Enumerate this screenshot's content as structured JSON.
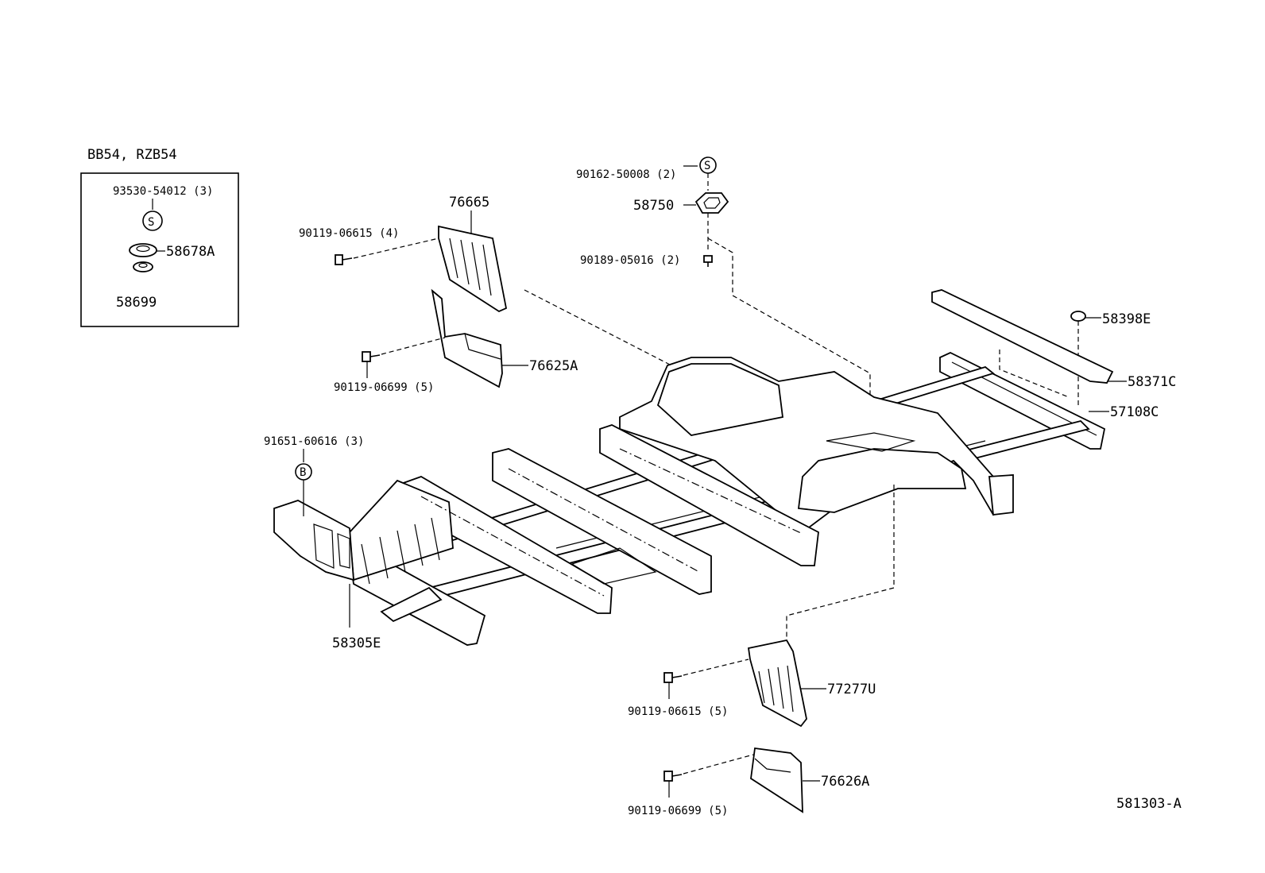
{
  "inset": {
    "title": "BB54, RZB54",
    "bolt_label": "93530-54012 (3)",
    "symbol": "S",
    "part_a": "58678A",
    "part_b": "58699"
  },
  "labels": {
    "p90162": "90162-50008 (2)",
    "symbol_s_top": "S",
    "p58750": "58750",
    "p90189": "90189-05016 (2)",
    "p76665": "76665",
    "p90119_4": "90119-06615 (4)",
    "p76625A": "76625A",
    "p90119_5a": "90119-06699 (5)",
    "p58398E": "58398E",
    "p58371C": "58371C",
    "p57108C": "57108C",
    "p91651": "91651-60616 (3)",
    "symbol_b": "B",
    "p58305E": "58305E",
    "p77277U": "77277U",
    "p90119_5b": "90119-06615 (5)",
    "p76626A": "76626A",
    "p90119_5c": "90119-06699 (5)",
    "diagram_code": "581303-A"
  }
}
